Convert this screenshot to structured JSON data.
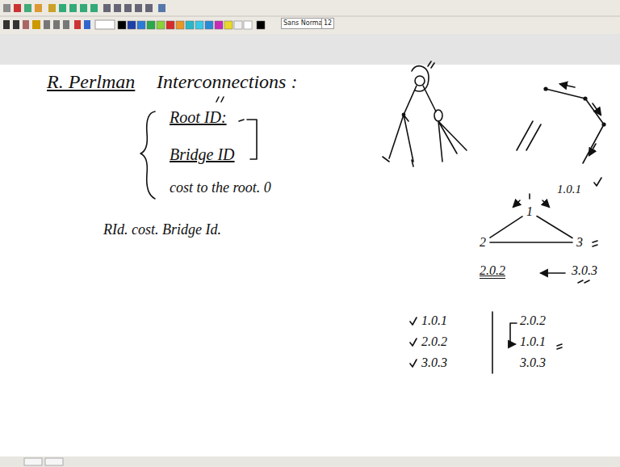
{
  "diagram": {
    "nodes": [
      {
        "text": [
          "1"
        ]
      },
      {
        "text": [
          "2"
        ]
      },
      {
        "text": [
          "3"
        ]
      }
    ],
    "edges": [
      {
        "from": 0,
        "to": 1,
        "arrow": "none"
      },
      {
        "from": 0,
        "to": 2,
        "arrow": "none"
      },
      {
        "from": 1,
        "to": 2,
        "arrow": "none"
      }
    ],
    "labels": [
      "Sans Normal",
      "12",
      "R. Perlman",
      "Interconnections :",
      "Root ID:",
      "Bridge ID",
      "cost to the root. 0",
      "RId. cost. Bridge Id.",
      "1.0.1",
      "2.0.2",
      "3.0.3",
      "1.0.1",
      "2.0.2",
      "3.0.3",
      "2.0.2",
      "1.0.1",
      "3.0.3"
    ]
  }
}
